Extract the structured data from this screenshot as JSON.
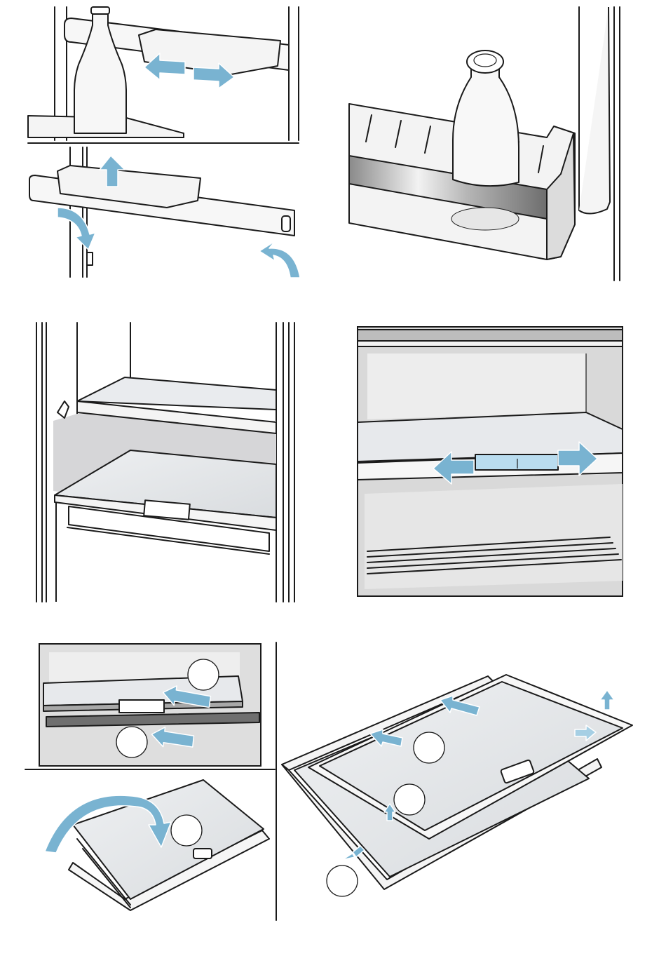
{
  "colors": {
    "arrow": "#79b3d1",
    "arrow_light": "#a6cfe4",
    "wall_grey": "#d2d2d2",
    "wall_dark": "#9c9c9c",
    "glass": "#e4e6e8",
    "line": "#1a1a1a"
  },
  "panels": [
    {
      "id": "panel-1",
      "subject": "door-rack-sliding-box"
    },
    {
      "id": "panel-2",
      "subject": "door-rack-lift-out"
    },
    {
      "id": "panel-3",
      "subject": "door-bottle-shelf"
    },
    {
      "id": "panel-4",
      "subject": "glass-shelf-removal"
    },
    {
      "id": "panel-5",
      "subject": "shelf-divider-slide"
    },
    {
      "id": "panel-6",
      "subject": "variable-shelf-pull-out"
    },
    {
      "id": "panel-7",
      "subject": "variable-shelf-fold"
    },
    {
      "id": "panel-8",
      "subject": "variable-shelf-disassembly"
    }
  ],
  "icons": [
    "slide-left-right-arrow",
    "lift-up-arrow",
    "curved-arrow",
    "push-arrow"
  ]
}
